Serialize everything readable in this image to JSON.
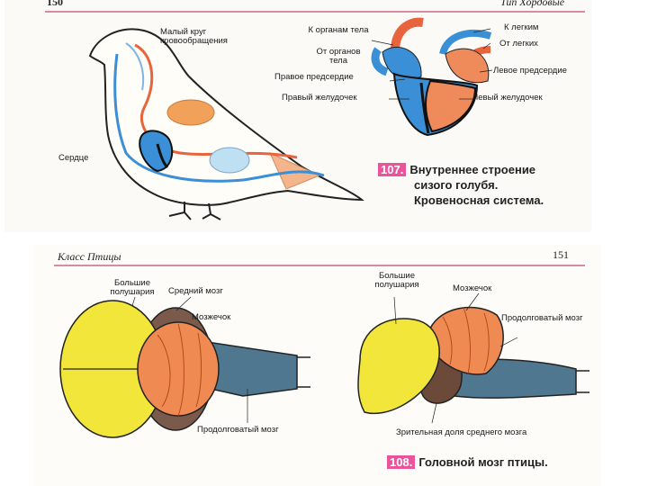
{
  "top": {
    "page_number": "150",
    "running_header": "Тип Хордовые",
    "labels": {
      "small_circle": "Малый круг кровообращения",
      "heart": "Сердце",
      "to_organs": "К органам тела",
      "to_lungs": "К легким",
      "from_organs": "От органов тела",
      "from_lungs": "От легких",
      "right_atrium": "Правое предсердие",
      "left_atrium": "Левое предсердие",
      "right_ventricle": "Правый желудочек",
      "left_ventricle": "Левый желудочек"
    },
    "caption": {
      "number": "107.",
      "line1": "Внутреннее строение",
      "line2": "сизого голубя.",
      "line3": "Кровеносная система."
    }
  },
  "bottom": {
    "running_header": "Класс Птицы",
    "page_number": "151",
    "labels": {
      "hemispheres_left": "Большие полушария",
      "midbrain": "Средний мозг",
      "cerebellum_left": "Мозжечок",
      "medulla_left": "Продолговатый мозг",
      "hemispheres_right": "Большие полушария",
      "cerebellum_right": "Мозжечок",
      "medulla_right": "Продолговатый мозг",
      "optic_lobe": "Зрительная доля среднего мозга"
    },
    "caption": {
      "number": "108.",
      "text": "Головной мозг птицы."
    }
  },
  "colors": {
    "arterial": "#e8643c",
    "venous": "#3a8fd6",
    "hemispheres": "#f2e63a",
    "cerebellum": "#ef8a52",
    "midbrain": "#7a5a4a",
    "medulla": "#4f7890",
    "accent": "#e8559a"
  }
}
